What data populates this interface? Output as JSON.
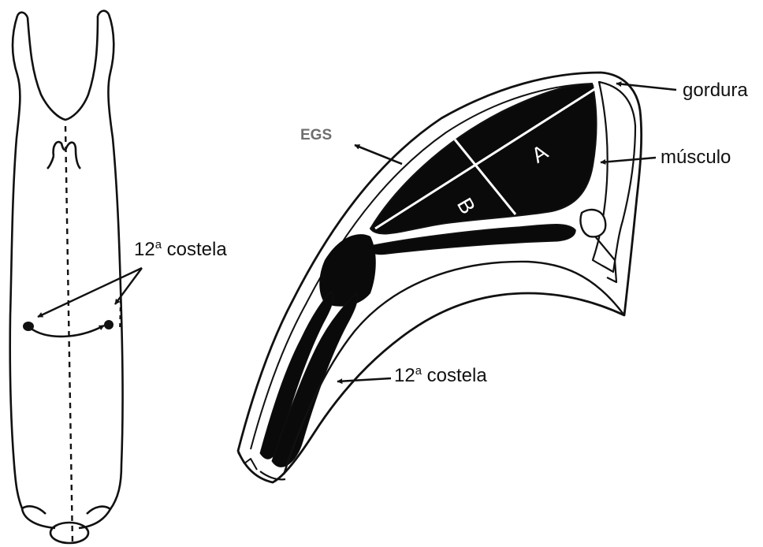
{
  "labels": {
    "costela_left_num": "12",
    "costela_left_sup": "a",
    "costela_left_word": " costela",
    "egs": "EGS",
    "gordura": "gordura",
    "musculo": "músculo",
    "a": "A",
    "b": "B",
    "costela_right_num": "12",
    "costela_right_sup": "a",
    "costela_right_word": " costela"
  },
  "colors": {
    "line": "#111111",
    "fill_dark": "#0a0a0a",
    "background": "#ffffff",
    "egs_text": "#6e6e6e"
  }
}
